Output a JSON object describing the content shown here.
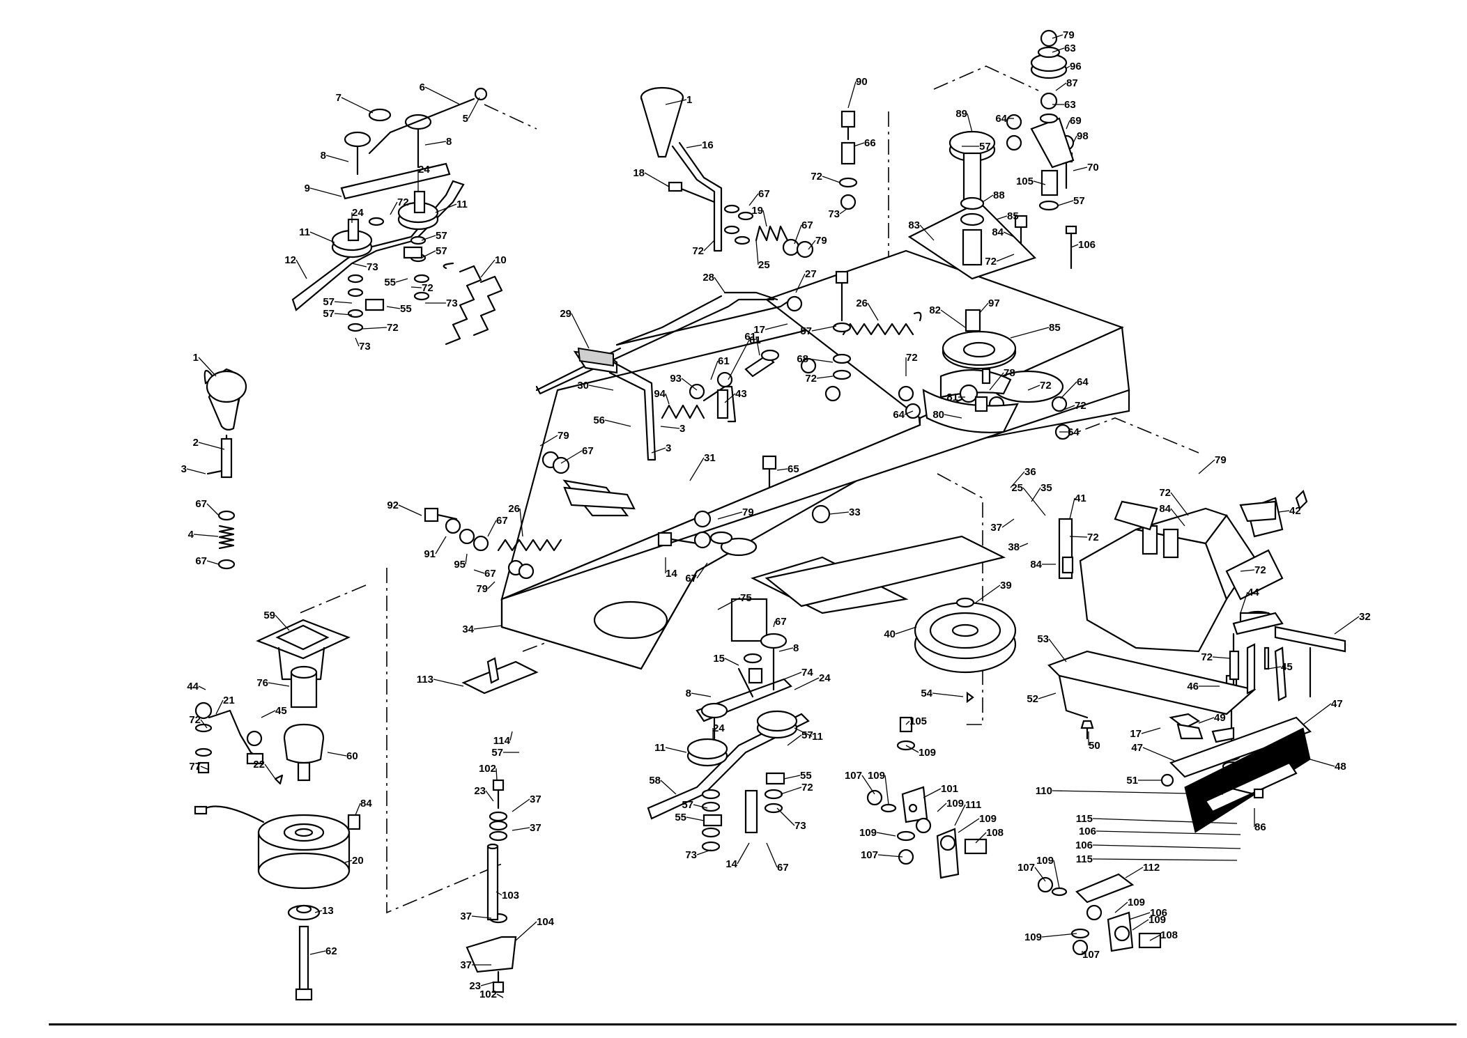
{
  "diagram": {
    "parts": [
      {
        "id": "p1",
        "label": "1"
      },
      {
        "id": "p2",
        "label": "2"
      },
      {
        "id": "p3",
        "label": "3"
      },
      {
        "id": "p4",
        "label": "4"
      },
      {
        "id": "p5",
        "label": "5"
      },
      {
        "id": "p6",
        "label": "6"
      },
      {
        "id": "p7",
        "label": "7"
      },
      {
        "id": "p8",
        "label": "8"
      },
      {
        "id": "p9",
        "label": "9"
      },
      {
        "id": "p10",
        "label": "10"
      },
      {
        "id": "p11",
        "label": "11"
      },
      {
        "id": "p12",
        "label": "12"
      },
      {
        "id": "p13",
        "label": "13"
      },
      {
        "id": "p14",
        "label": "14"
      },
      {
        "id": "p15",
        "label": "15"
      },
      {
        "id": "p16",
        "label": "16"
      },
      {
        "id": "p17",
        "label": "17"
      },
      {
        "id": "p18",
        "label": "18"
      },
      {
        "id": "p19",
        "label": "19"
      },
      {
        "id": "p20",
        "label": "20"
      },
      {
        "id": "p21",
        "label": "21"
      },
      {
        "id": "p22",
        "label": "22"
      },
      {
        "id": "p23",
        "label": "23"
      },
      {
        "id": "p24",
        "label": "24"
      },
      {
        "id": "p25",
        "label": "25"
      },
      {
        "id": "p26",
        "label": "26"
      },
      {
        "id": "p27",
        "label": "27"
      },
      {
        "id": "p28",
        "label": "28"
      },
      {
        "id": "p29",
        "label": "29"
      },
      {
        "id": "p30",
        "label": "30"
      },
      {
        "id": "p31",
        "label": "31"
      },
      {
        "id": "p32",
        "label": "32"
      },
      {
        "id": "p33",
        "label": "33"
      },
      {
        "id": "p34",
        "label": "34"
      },
      {
        "id": "p35",
        "label": "35"
      },
      {
        "id": "p36",
        "label": "36"
      },
      {
        "id": "p37",
        "label": "37"
      },
      {
        "id": "p38",
        "label": "38"
      },
      {
        "id": "p39",
        "label": "39"
      },
      {
        "id": "p40",
        "label": "40"
      },
      {
        "id": "p41",
        "label": "41"
      },
      {
        "id": "p42",
        "label": "42"
      },
      {
        "id": "p43",
        "label": "43"
      },
      {
        "id": "p44",
        "label": "44"
      },
      {
        "id": "p45",
        "label": "45"
      },
      {
        "id": "p46",
        "label": "46"
      },
      {
        "id": "p47",
        "label": "47"
      },
      {
        "id": "p48",
        "label": "48"
      },
      {
        "id": "p49",
        "label": "49"
      },
      {
        "id": "p50",
        "label": "50"
      },
      {
        "id": "p51",
        "label": "51"
      },
      {
        "id": "p52",
        "label": "52"
      },
      {
        "id": "p53",
        "label": "53"
      },
      {
        "id": "p54",
        "label": "54"
      },
      {
        "id": "p55",
        "label": "55"
      },
      {
        "id": "p56",
        "label": "56"
      },
      {
        "id": "p57",
        "label": "57"
      },
      {
        "id": "p58",
        "label": "58"
      },
      {
        "id": "p59",
        "label": "59"
      },
      {
        "id": "p60",
        "label": "60"
      },
      {
        "id": "p61",
        "label": "61"
      },
      {
        "id": "p62",
        "label": "62"
      },
      {
        "id": "p63",
        "label": "63"
      },
      {
        "id": "p64",
        "label": "64"
      },
      {
        "id": "p65",
        "label": "65"
      },
      {
        "id": "p66",
        "label": "66"
      },
      {
        "id": "p67",
        "label": "67"
      },
      {
        "id": "p68",
        "label": "68"
      },
      {
        "id": "p69",
        "label": "69"
      },
      {
        "id": "p70",
        "label": "70"
      },
      {
        "id": "p72",
        "label": "72"
      },
      {
        "id": "p73",
        "label": "73"
      },
      {
        "id": "p74",
        "label": "74"
      },
      {
        "id": "p75",
        "label": "75"
      },
      {
        "id": "p76",
        "label": "76"
      },
      {
        "id": "p77",
        "label": "77"
      },
      {
        "id": "p78",
        "label": "78"
      },
      {
        "id": "p79",
        "label": "79"
      },
      {
        "id": "p80",
        "label": "80"
      },
      {
        "id": "p81",
        "label": "81"
      },
      {
        "id": "p82",
        "label": "82"
      },
      {
        "id": "p83",
        "label": "83"
      },
      {
        "id": "p84",
        "label": "84"
      },
      {
        "id": "p85",
        "label": "85"
      },
      {
        "id": "p86",
        "label": "86"
      },
      {
        "id": "p87",
        "label": "87"
      },
      {
        "id": "p88",
        "label": "88"
      },
      {
        "id": "p89",
        "label": "89"
      },
      {
        "id": "p90",
        "label": "90"
      },
      {
        "id": "p91",
        "label": "91"
      },
      {
        "id": "p92",
        "label": "92"
      },
      {
        "id": "p93",
        "label": "93"
      },
      {
        "id": "p94",
        "label": "94"
      },
      {
        "id": "p95",
        "label": "95"
      },
      {
        "id": "p96",
        "label": "96"
      },
      {
        "id": "p97",
        "label": "97"
      },
      {
        "id": "p98",
        "label": "98"
      },
      {
        "id": "p101",
        "label": "101"
      },
      {
        "id": "p102",
        "label": "102"
      },
      {
        "id": "p103",
        "label": "103"
      },
      {
        "id": "p104",
        "label": "104"
      },
      {
        "id": "p105",
        "label": "105"
      },
      {
        "id": "p106",
        "label": "106"
      },
      {
        "id": "p107",
        "label": "107"
      },
      {
        "id": "p108",
        "label": "108"
      },
      {
        "id": "p109",
        "label": "109"
      },
      {
        "id": "p110",
        "label": "110"
      },
      {
        "id": "p111",
        "label": "111"
      },
      {
        "id": "p112",
        "label": "112"
      },
      {
        "id": "p113",
        "label": "113"
      },
      {
        "id": "p114",
        "label": "114"
      },
      {
        "id": "p115",
        "label": "115"
      }
    ]
  }
}
